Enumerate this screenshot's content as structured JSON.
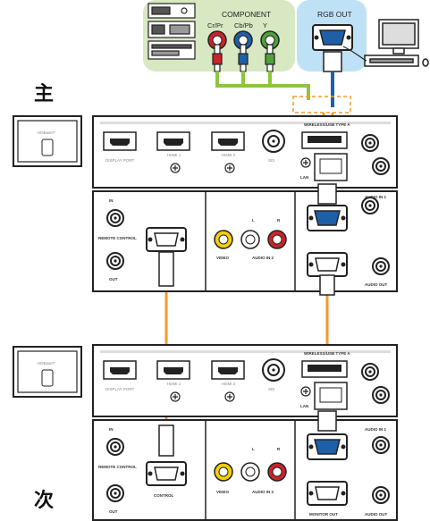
{
  "labels": {
    "main": "主",
    "sub": "次",
    "component": "COMPONENT",
    "crpr": "Cr/Pr",
    "cbpb": "Cb/Pb",
    "y": "Y",
    "rgb_out": "RGB OUT"
  },
  "panel_labels": {
    "display_port": "DISPLAY PORT",
    "hdmi1": "HDMI 1",
    "hdmi2": "HDMI 2",
    "sdi": "SDI",
    "wireless": "WIRELESS/USB TYPE A",
    "lan": "LAN",
    "in": "IN",
    "remote_control": "REMOTE CONTROL",
    "out": "OUT",
    "control": "CONTROL",
    "video": "VIDEO",
    "audio_in2": "AUDIO IN 2",
    "l": "L",
    "r": "R",
    "audio_in1": "AUDIO IN 1",
    "monitor_out": "MONITOR OUT",
    "audio_out": "AUDIO OUT",
    "hdbaset": "HDBaseT"
  },
  "colors": {
    "orange": "#f39b2c",
    "green": "#8cc63f",
    "blue": "#1f5fa8",
    "component_bg": "#d7e8c3",
    "rgb_bg": "#bfe1f6"
  }
}
